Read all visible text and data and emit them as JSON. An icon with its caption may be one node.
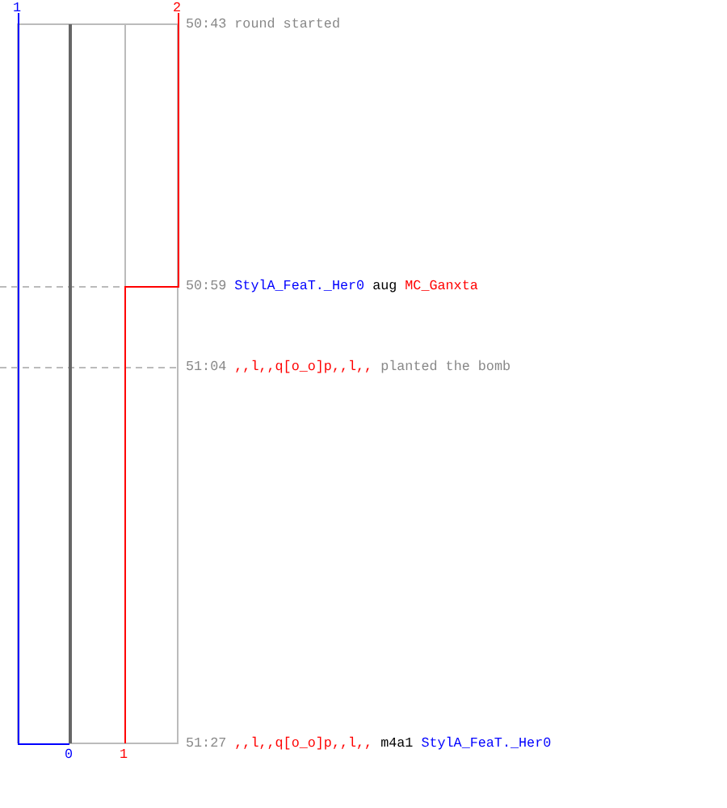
{
  "diagram": {
    "labels": [
      "1",
      "2",
      "50:43",
      "round started",
      "50:59",
      "StylA_FeaT._Her0",
      "aug",
      "MC_Ganxta",
      "51:04",
      ",,l,,q[o_o]p,,l,,",
      "planted the bomb",
      "51:27",
      ",,l,,q[o_o]p,,l,,",
      "m4a1",
      "StylA_FeaT._Her0",
      "0",
      "1"
    ]
  }
}
